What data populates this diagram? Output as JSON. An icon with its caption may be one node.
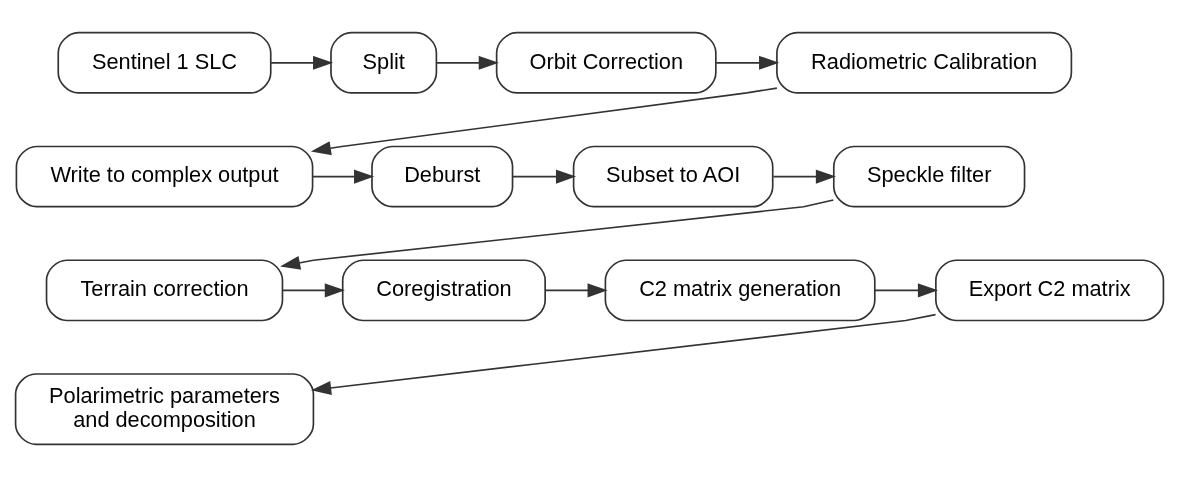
{
  "diagram": {
    "nodes": [
      {
        "text": [
          "Sentinel 1 SLC"
        ]
      },
      {
        "text": [
          "Split"
        ]
      },
      {
        "text": [
          "Orbit Correction"
        ]
      },
      {
        "text": [
          "Radiometric Calibration"
        ]
      },
      {
        "text": [
          "Write to complex output"
        ]
      },
      {
        "text": [
          "Deburst"
        ]
      },
      {
        "text": [
          "Subset to AOI"
        ]
      },
      {
        "text": [
          "Speckle filter"
        ]
      },
      {
        "text": [
          "Terrain correction"
        ]
      },
      {
        "text": [
          "Coregistration"
        ]
      },
      {
        "text": [
          "C2 matrix generation"
        ]
      },
      {
        "text": [
          "Export C2 matrix"
        ]
      },
      {
        "text": [
          "Polarimetric parameters and decomposition"
        ]
      }
    ],
    "edges": [
      {
        "from": 0,
        "to": 1,
        "arrow": "to"
      },
      {
        "from": 1,
        "to": 2,
        "arrow": "to"
      },
      {
        "from": 2,
        "to": 3,
        "arrow": "to"
      },
      {
        "from": 3,
        "to": 4,
        "arrow": "to"
      },
      {
        "from": 4,
        "to": 5,
        "arrow": "to"
      },
      {
        "from": 5,
        "to": 6,
        "arrow": "to"
      },
      {
        "from": 6,
        "to": 7,
        "arrow": "to"
      },
      {
        "from": 7,
        "to": 8,
        "arrow": "to"
      },
      {
        "from": 8,
        "to": 9,
        "arrow": "to"
      },
      {
        "from": 9,
        "to": 10,
        "arrow": "to"
      },
      {
        "from": 10,
        "to": 11,
        "arrow": "to"
      },
      {
        "from": 11,
        "to": 12,
        "arrow": "to"
      }
    ]
  }
}
